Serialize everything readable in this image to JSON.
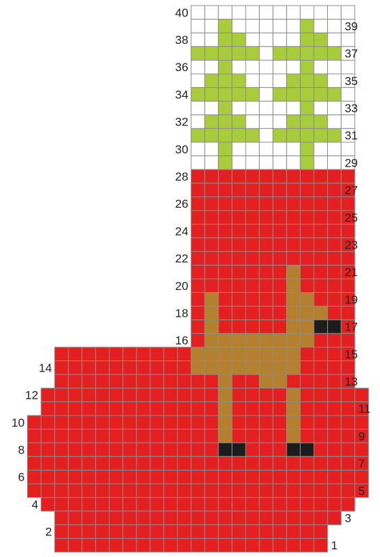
{
  "pattern": {
    "colors": {
      "background": "#ffffff",
      "grid": "#8c8c8c",
      "W": "#ffffff",
      "G": "#a8cc3c",
      "R": "#e41f1f",
      "B": "#b5802e",
      "K": "#1c1c1c"
    },
    "legend": {
      "W": "white",
      "G": "green",
      "R": "red",
      "B": "brown",
      "K": "black"
    },
    "rows_top_to_bottom": [
      {
        "row": 40,
        "start": 11,
        "cells": "WWWWWWWWWWWW"
      },
      {
        "row": 39,
        "start": 11,
        "cells": "WWGWWWWWGWWW"
      },
      {
        "row": 38,
        "start": 11,
        "cells": "WWGGWWWWGGWW"
      },
      {
        "row": 37,
        "start": 11,
        "cells": "GGGGGWGGGGGW"
      },
      {
        "row": 36,
        "start": 11,
        "cells": "WWGWWWWWGWWW"
      },
      {
        "row": 35,
        "start": 11,
        "cells": "WGGGWWWGGGWW"
      },
      {
        "row": 34,
        "start": 11,
        "cells": "GGGGGWGGGGGW"
      },
      {
        "row": 33,
        "start": 11,
        "cells": "WWGWWWWWGWWW"
      },
      {
        "row": 32,
        "start": 11,
        "cells": "WGGGWWWGGGWW"
      },
      {
        "row": 31,
        "start": 11,
        "cells": "GGGGGWGGGGGW"
      },
      {
        "row": 30,
        "start": 11,
        "cells": "WWGWWWWWGWWW"
      },
      {
        "row": 29,
        "start": 11,
        "cells": "WWGWWWWWGWWW"
      },
      {
        "row": 28,
        "start": 11,
        "cells": "RRRRRRRRRRRR"
      },
      {
        "row": 27,
        "start": 11,
        "cells": "RRRRRRRRRRRR"
      },
      {
        "row": 26,
        "start": 11,
        "cells": "RRRRRRRRRRRR"
      },
      {
        "row": 25,
        "start": 11,
        "cells": "RRRRRRRRRRRR"
      },
      {
        "row": 24,
        "start": 11,
        "cells": "RRRRRRRRRRRR"
      },
      {
        "row": 23,
        "start": 11,
        "cells": "RRRRRRRRRRRR"
      },
      {
        "row": 22,
        "start": 11,
        "cells": "RRRRRRRRRRRR"
      },
      {
        "row": 21,
        "start": 11,
        "cells": "RRRRRRRBRRRR"
      },
      {
        "row": 20,
        "start": 11,
        "cells": "RRRRRRRBRRRR"
      },
      {
        "row": 19,
        "start": 11,
        "cells": "RBRRRRRBBRRR"
      },
      {
        "row": 18,
        "start": 11,
        "cells": "RBRRRRRBBBRR"
      },
      {
        "row": 17,
        "start": 11,
        "cells": "RBRRRRRBBKKR"
      },
      {
        "row": 16,
        "start": 11,
        "cells": "RBBBBBBBBRRR"
      },
      {
        "row": 15,
        "start": 1,
        "cells": "RRRRRRRRRRBBBBBBBBRRRR"
      },
      {
        "row": 14,
        "start": 1,
        "cells": "RRRRRRRRRRBBBBBBBBRRRR"
      },
      {
        "row": 13,
        "start": 1,
        "cells": "RRRRRRRRRRRRBRRBBRRRRR"
      },
      {
        "row": 12,
        "start": 0,
        "cells": "RRRRRRRRRRRRRBRRRRBRRRRR"
      },
      {
        "row": 11,
        "start": 0,
        "cells": "RRRRRRRRRRRRRBRRRRBRRRRR"
      },
      {
        "row": 10,
        "start": -1,
        "cells": "RRRRRRRRRRRRRRBRRRRBRRRRR"
      },
      {
        "row": 9,
        "start": -1,
        "cells": "RRRRRRRRRRRRRRBRRRRBRRRRR"
      },
      {
        "row": 8,
        "start": -1,
        "cells": "RRRRRRRRRRRRRRKKRRRKKRRRR"
      },
      {
        "row": 7,
        "start": -1,
        "cells": "RRRRRRRRRRRRRRRRRRRRRRRRR"
      },
      {
        "row": 6,
        "start": -1,
        "cells": "RRRRRRRRRRRRRRRRRRRRRRRRR"
      },
      {
        "row": 5,
        "start": -1,
        "cells": "RRRRRRRRRRRRRRRRRRRRRRRRR"
      },
      {
        "row": 4,
        "start": 0,
        "cells": "RRRRRRRRRRRRRRRRRRRRRRR"
      },
      {
        "row": 3,
        "start": 1,
        "cells": "RRRRRRRRRRRRRRRRRRRRR"
      },
      {
        "row": 2,
        "start": 1,
        "cells": "RRRRRRRRRRRRRRRRRRRR"
      },
      {
        "row": 1,
        "start": 1,
        "cells": "RRRRRRRRRRRRRRRRRRRR"
      }
    ],
    "left_labels": [
      {
        "row": 40,
        "text": "40",
        "col": 11
      },
      {
        "row": 38,
        "text": "38",
        "col": 11
      },
      {
        "row": 36,
        "text": "36",
        "col": 11
      },
      {
        "row": 34,
        "text": "34",
        "col": 11
      },
      {
        "row": 32,
        "text": "32",
        "col": 11
      },
      {
        "row": 30,
        "text": "30",
        "col": 11
      },
      {
        "row": 28,
        "text": "28",
        "col": 11
      },
      {
        "row": 26,
        "text": "26",
        "col": 11
      },
      {
        "row": 24,
        "text": "24",
        "col": 11
      },
      {
        "row": 22,
        "text": "22",
        "col": 11
      },
      {
        "row": 20,
        "text": "20",
        "col": 11
      },
      {
        "row": 18,
        "text": "18",
        "col": 11
      },
      {
        "row": 16,
        "text": "16",
        "col": 11
      },
      {
        "row": 14,
        "text": "14",
        "col": 1
      },
      {
        "row": 12,
        "text": "12",
        "col": 0
      },
      {
        "row": 10,
        "text": "10",
        "col": -1
      },
      {
        "row": 8,
        "text": "8",
        "col": -1
      },
      {
        "row": 6,
        "text": "6",
        "col": -1
      },
      {
        "row": 4,
        "text": "4",
        "col": 0
      },
      {
        "row": 2,
        "text": "2",
        "col": 1
      }
    ],
    "right_labels": [
      {
        "row": 39,
        "text": "39",
        "col": 22
      },
      {
        "row": 37,
        "text": "37",
        "col": 22
      },
      {
        "row": 35,
        "text": "35",
        "col": 22
      },
      {
        "row": 33,
        "text": "33",
        "col": 22
      },
      {
        "row": 31,
        "text": "31",
        "col": 22
      },
      {
        "row": 29,
        "text": "29",
        "col": 22
      },
      {
        "row": 27,
        "text": "27",
        "col": 22
      },
      {
        "row": 25,
        "text": "25",
        "col": 22
      },
      {
        "row": 23,
        "text": "23",
        "col": 22
      },
      {
        "row": 21,
        "text": "21",
        "col": 22
      },
      {
        "row": 19,
        "text": "19",
        "col": 22
      },
      {
        "row": 17,
        "text": "17",
        "col": 22
      },
      {
        "row": 15,
        "text": "15",
        "col": 22
      },
      {
        "row": 13,
        "text": "13",
        "col": 22
      },
      {
        "row": 11,
        "text": "11",
        "col": 23
      },
      {
        "row": 9,
        "text": "9",
        "col": 23
      },
      {
        "row": 7,
        "text": "7",
        "col": 23
      },
      {
        "row": 5,
        "text": "5",
        "col": 23
      },
      {
        "row": 3,
        "text": "3",
        "col": 22
      },
      {
        "row": 1,
        "text": "1",
        "col": 21
      }
    ]
  }
}
